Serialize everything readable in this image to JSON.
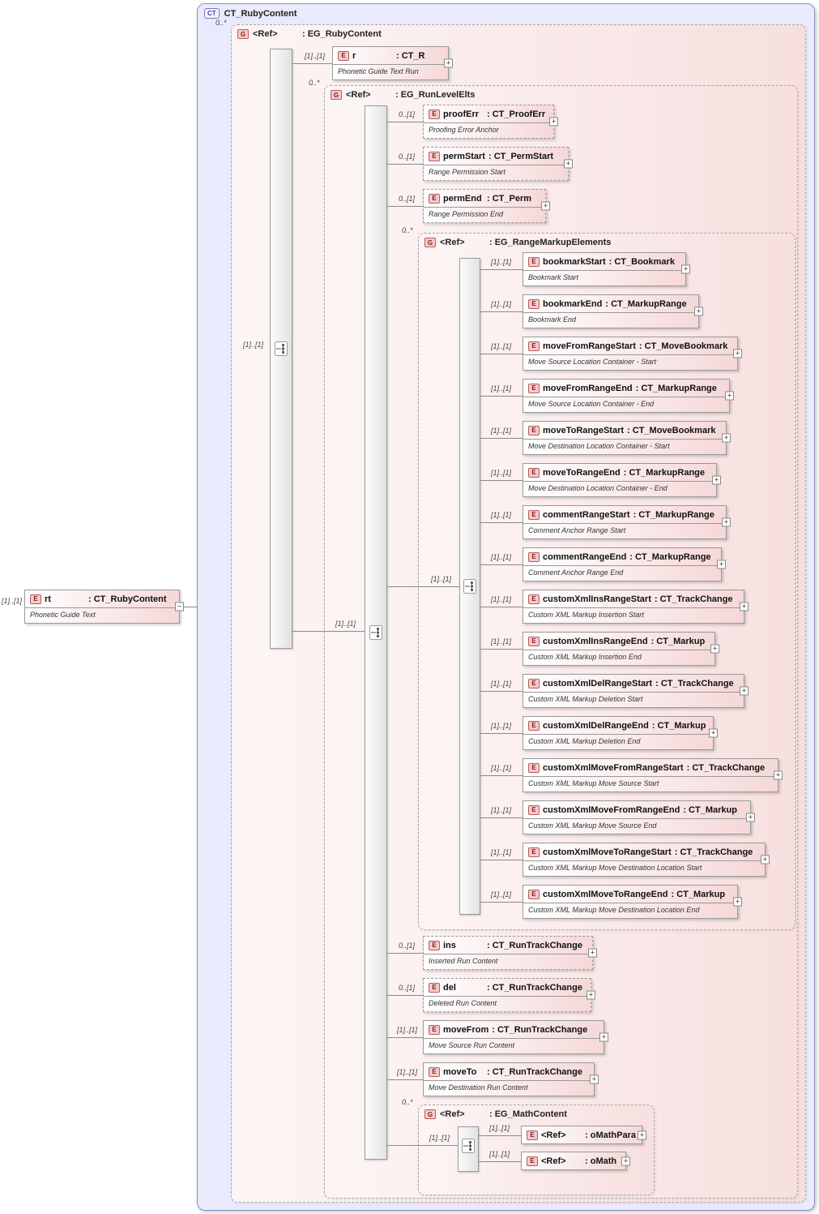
{
  "header": {
    "badge": "CT",
    "title": "CT_RubyContent"
  },
  "icons": {
    "e": "E",
    "g": "G",
    "expand": "+",
    "collapse": "−"
  },
  "root_element": {
    "cardinality": "[1]..[1]",
    "name": "rt",
    "type": ": CT_RubyContent",
    "annotation": "Phonetic Guide Text"
  },
  "groups": {
    "ruby": {
      "cardinality": "0..*",
      "name": "<Ref>",
      "type": ": EG_RubyContent",
      "model_cardinality": "[1]..[1]"
    },
    "runlevel": {
      "cardinality": "0..*",
      "name": "<Ref>",
      "type": ": EG_RunLevelElts",
      "model_cardinality": "[1]..[1]"
    },
    "range": {
      "cardinality": "0..*",
      "name": "<Ref>",
      "type": ": EG_RangeMarkupElements",
      "model_cardinality": "[1]..[1]"
    },
    "math": {
      "cardinality": "0..*",
      "name": "<Ref>",
      "type": ": EG_MathContent",
      "model_cardinality": "[1]..[1]"
    }
  },
  "elements": {
    "r": {
      "cardinality": "[1]..[1]",
      "name": "r",
      "type": ": CT_R",
      "annotation": "Phonetic Guide Text Run"
    },
    "proofErr": {
      "cardinality": "0..[1]",
      "name": "proofErr",
      "type": ": CT_ProofErr",
      "annotation": "Proofing Error Anchor"
    },
    "permStart": {
      "cardinality": "0..[1]",
      "name": "permStart",
      "type": ": CT_PermStart",
      "annotation": "Range Permission Start"
    },
    "permEnd": {
      "cardinality": "0..[1]",
      "name": "permEnd",
      "type": ": CT_Perm",
      "annotation": "Range Permission End"
    },
    "ins": {
      "cardinality": "0..[1]",
      "name": "ins",
      "type": ": CT_RunTrackChange",
      "annotation": "Inserted Run Content"
    },
    "del": {
      "cardinality": "0..[1]",
      "name": "del",
      "type": ": CT_RunTrackChange",
      "annotation": "Deleted Run Content"
    },
    "moveFrom": {
      "cardinality": "[1]..[1]",
      "name": "moveFrom",
      "type": ": CT_RunTrackChange",
      "annotation": "Move Source Run Content"
    },
    "moveTo": {
      "cardinality": "[1]..[1]",
      "name": "moveTo",
      "type": ": CT_RunTrackChange",
      "annotation": "Move Destination Run Content"
    }
  },
  "range_elements": [
    {
      "cardinality": "[1]..[1]",
      "name": "bookmarkStart",
      "type": ": CT_Bookmark",
      "annotation": "Bookmark Start"
    },
    {
      "cardinality": "[1]..[1]",
      "name": "bookmarkEnd",
      "type": ": CT_MarkupRange",
      "annotation": "Bookmark End"
    },
    {
      "cardinality": "[1]..[1]",
      "name": "moveFromRangeStart",
      "type": ": CT_MoveBookmark",
      "annotation": "Move Source Location Container - Start"
    },
    {
      "cardinality": "[1]..[1]",
      "name": "moveFromRangeEnd",
      "type": ": CT_MarkupRange",
      "annotation": "Move Source Location Container - End"
    },
    {
      "cardinality": "[1]..[1]",
      "name": "moveToRangeStart",
      "type": ": CT_MoveBookmark",
      "annotation": "Move Destination Location Container - Start"
    },
    {
      "cardinality": "[1]..[1]",
      "name": "moveToRangeEnd",
      "type": ": CT_MarkupRange",
      "annotation": "Move Destination Location Container - End"
    },
    {
      "cardinality": "[1]..[1]",
      "name": "commentRangeStart",
      "type": ": CT_MarkupRange",
      "annotation": "Comment Anchor Range Start"
    },
    {
      "cardinality": "[1]..[1]",
      "name": "commentRangeEnd",
      "type": ": CT_MarkupRange",
      "annotation": "Comment Anchor Range End"
    },
    {
      "cardinality": "[1]..[1]",
      "name": "customXmlInsRangeStart",
      "type": ": CT_TrackChange",
      "annotation": "Custom XML Markup Insertion Start"
    },
    {
      "cardinality": "[1]..[1]",
      "name": "customXmlInsRangeEnd",
      "type": ": CT_Markup",
      "annotation": "Custom XML Markup Insertion End"
    },
    {
      "cardinality": "[1]..[1]",
      "name": "customXmlDelRangeStart",
      "type": ": CT_TrackChange",
      "annotation": "Custom XML Markup Deletion Start"
    },
    {
      "cardinality": "[1]..[1]",
      "name": "customXmlDelRangeEnd",
      "type": ": CT_Markup",
      "annotation": "Custom XML Markup Deletion End"
    },
    {
      "cardinality": "[1]..[1]",
      "name": "customXmlMoveFromRangeStart",
      "type": ": CT_TrackChange",
      "annotation": "Custom XML Markup Move Source Start"
    },
    {
      "cardinality": "[1]..[1]",
      "name": "customXmlMoveFromRangeEnd",
      "type": ": CT_Markup",
      "annotation": "Custom XML Markup Move Source End"
    },
    {
      "cardinality": "[1]..[1]",
      "name": "customXmlMoveToRangeStart",
      "type": ": CT_TrackChange",
      "annotation": "Custom XML Markup Move Destination Location Start"
    },
    {
      "cardinality": "[1]..[1]",
      "name": "customXmlMoveToRangeEnd",
      "type": ": CT_Markup",
      "annotation": "Custom XML Markup Move Destination Location End"
    }
  ],
  "math_elements": [
    {
      "cardinality": "[1]..[1]",
      "name": "<Ref>",
      "type": ": oMathPara"
    },
    {
      "cardinality": "[1]..[1]",
      "name": "<Ref>",
      "type": ": oMath"
    }
  ]
}
